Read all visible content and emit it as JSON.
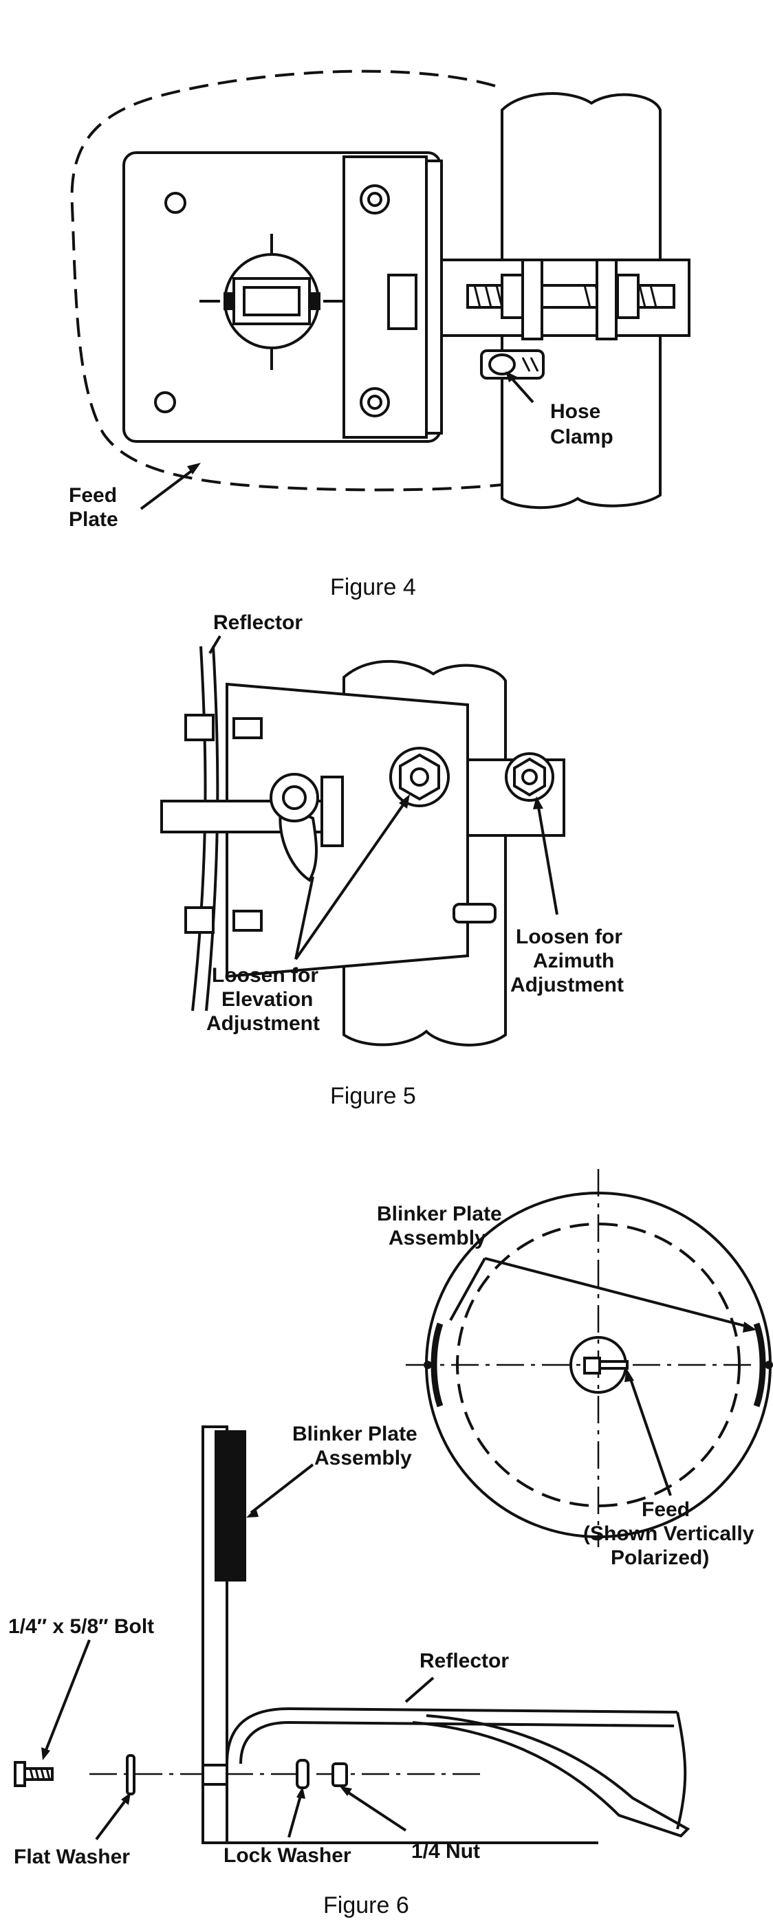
{
  "figure4": {
    "caption": "Figure 4",
    "labels": {
      "hose_clamp_1": "Hose",
      "hose_clamp_2": "Clamp",
      "feed_plate_1": "Feed",
      "feed_plate_2": "Plate"
    }
  },
  "figure5": {
    "caption": "Figure 5",
    "labels": {
      "reflector": "Reflector",
      "elevation_1": "Loosen for",
      "elevation_2": "Elevation",
      "elevation_3": "Adjustment",
      "azimuth_1": "Loosen for",
      "azimuth_2": "Azimuth",
      "azimuth_3": "Adjustment"
    }
  },
  "figure6": {
    "caption": "Figure 6",
    "labels": {
      "blinker_top_1": "Blinker Plate",
      "blinker_top_2": "Assembly",
      "blinker_side_1": "Blinker Plate",
      "blinker_side_2": "Assembly",
      "feed_1": "Feed",
      "feed_2": "(Shown Vertically",
      "feed_3": "Polarized)",
      "reflector": "Reflector",
      "bolt": "1/4″ x 5/8″ Bolt",
      "flat_washer": "Flat Washer",
      "lock_washer": "Lock Washer",
      "nut": "1/4 Nut"
    }
  }
}
